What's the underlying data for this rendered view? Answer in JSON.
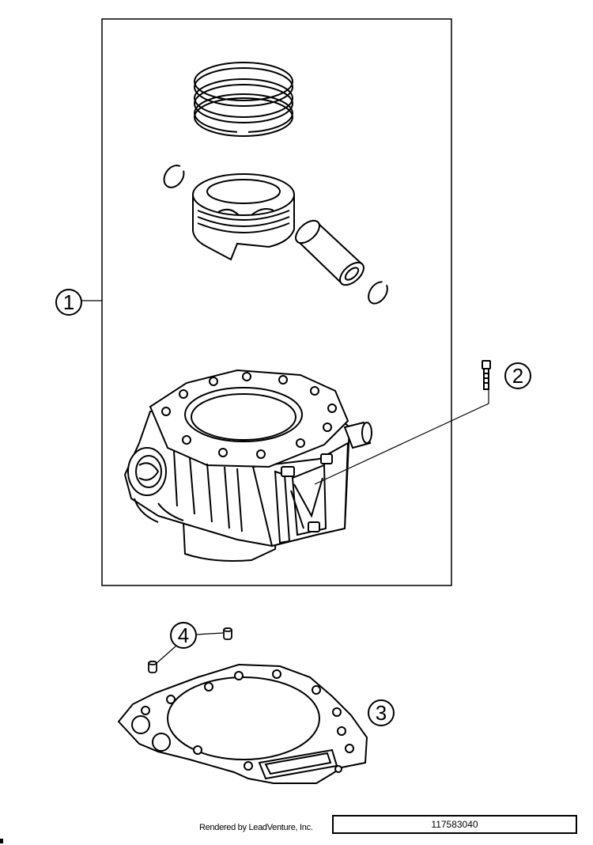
{
  "callouts": {
    "c1": "1",
    "c2": "2",
    "c3": "3",
    "c4": "4"
  },
  "footer": {
    "credit": "Rendered by LeadVenture, Inc.",
    "part_id": "117583040"
  },
  "colors": {
    "line": "#000000",
    "background": "#ffffff"
  }
}
